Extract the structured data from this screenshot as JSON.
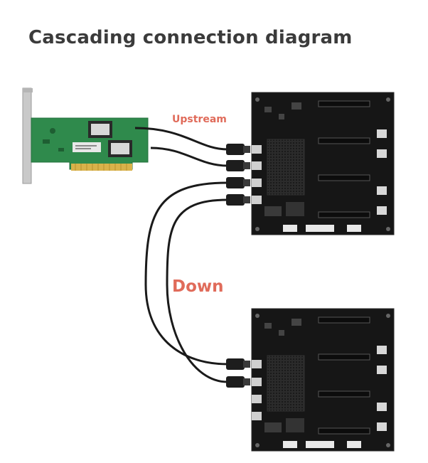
{
  "title": "Cascading connection diagram",
  "labels": {
    "upstream": "Upstream",
    "downstream": "Down"
  },
  "colors": {
    "label": "#e06b5a",
    "title": "#3b3b3b",
    "pcb_green": "#2f8a4c",
    "board_black": "#161616",
    "cable": "#1a1a1a"
  },
  "icons": {
    "host_card": "pcie-adapter-card",
    "backplane": "expansion-backplane-board",
    "connector": "slimsas-connector-icon"
  }
}
